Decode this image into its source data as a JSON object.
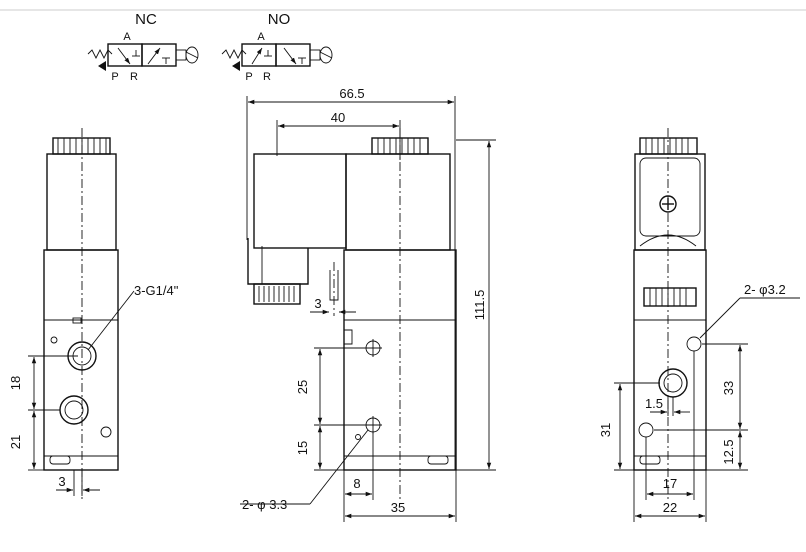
{
  "symbols": {
    "nc_label": "NC",
    "no_label": "NO",
    "port_a": "A",
    "port_p": "P",
    "port_r": "R"
  },
  "dimensions": {
    "overall_width": "66.5",
    "coil_offset": "40",
    "height": "111.5",
    "port_thread": "3-G1/4\"",
    "left_offset_3": "3",
    "left_18": "18",
    "left_21": "21",
    "mid_3": "3",
    "mid_25": "25",
    "mid_15": "15",
    "mid_8": "8",
    "mid_35": "35",
    "mount_holes_mid": "2- φ 3.3",
    "mount_holes_right": "2- φ3.2",
    "right_33": "33",
    "right_31": "31",
    "right_1_5": "1.5",
    "right_12_5": "12.5",
    "right_17": "17",
    "right_22": "22"
  }
}
